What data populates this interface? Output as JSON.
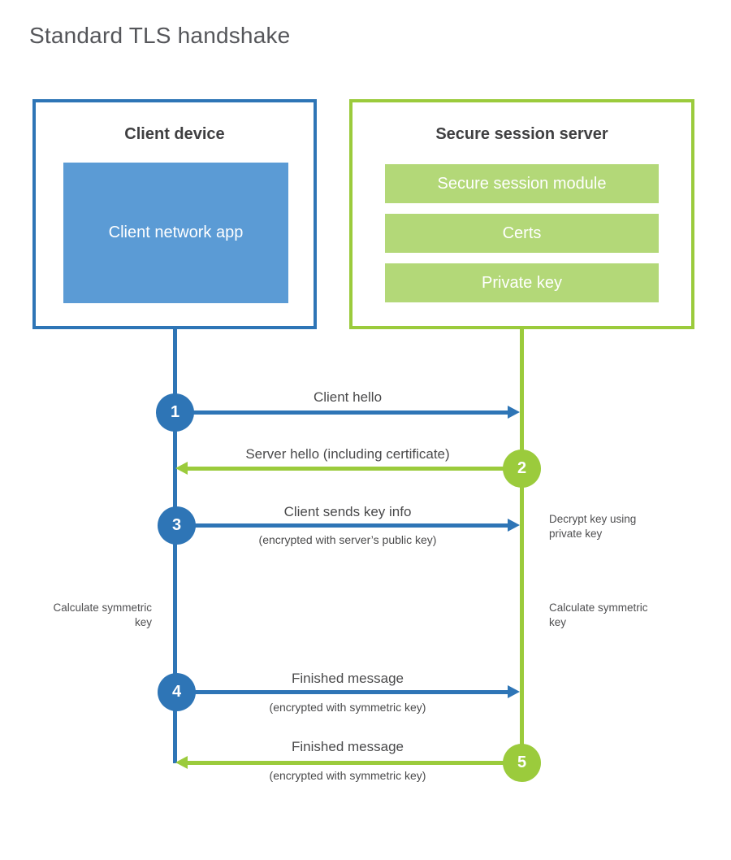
{
  "title": "Standard TLS handshake",
  "colors": {
    "blue": "#2E75B6",
    "blue_light": "#5B9BD5",
    "green": "#9BCB3C",
    "green_light": "#B3D878",
    "title_text": "#55565A",
    "heading_text": "#3F3F41",
    "label_text": "#4A4A4B",
    "note_text": "#4F4F51"
  },
  "client_box": {
    "title": "Client device",
    "app_label": "Client network app"
  },
  "server_box": {
    "title": "Secure session server",
    "modules": [
      "Secure session module",
      "Certs",
      "Private key"
    ]
  },
  "steps": [
    {
      "number": "1",
      "label": "Client hello",
      "sublabel": "",
      "direction": "right",
      "color": "blue"
    },
    {
      "number": "2",
      "label": "Server hello (including certificate)",
      "sublabel": "",
      "direction": "left",
      "color": "green"
    },
    {
      "number": "3",
      "label": "Client sends key info",
      "sublabel": "(encrypted with server’s public key)",
      "direction": "right",
      "color": "blue"
    },
    {
      "number": "4",
      "label": "Finished message",
      "sublabel": "(encrypted with symmetric key)",
      "direction": "right",
      "color": "blue"
    },
    {
      "number": "5",
      "label": "Finished message",
      "sublabel": "(encrypted with symmetric key)",
      "direction": "left",
      "color": "green"
    }
  ],
  "notes": {
    "decrypt": "Decrypt key using private key",
    "calc_left": "Calculate symmetric key",
    "calc_right": "Calculate symmetric key"
  }
}
